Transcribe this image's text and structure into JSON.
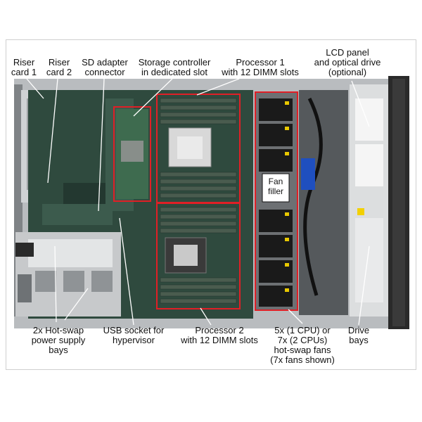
{
  "labels": {
    "riser1": "Riser\ncard 1",
    "riser2": "Riser\ncard 2",
    "sd_adapter": "SD adapter\nconnector",
    "storage_ctrl": "Storage controller\nin dedicated slot",
    "proc1": "Processor 1\nwith 12 DIMM slots",
    "lcd": "LCD panel\nand optical drive\n(optional)",
    "fan_filler": "Fan\nfiller",
    "psu": "2x Hot-swap\npower supply\nbays",
    "usb": "USB socket for\nhypervisor",
    "proc2": "Processor 2\nwith 12 DIMM slots",
    "fans": "5x (1 CPU) or\n7x (2 CPUs)\nhot-swap fans\n(7x fans shown)",
    "drive_bays": "Drive\nbays"
  },
  "colors": {
    "highlight": "#e01f26",
    "pcb": "#2f4a3e",
    "chassis": "#b9bcbf",
    "fan": "#1a1a1a",
    "dimm": "#4a5c4f"
  }
}
